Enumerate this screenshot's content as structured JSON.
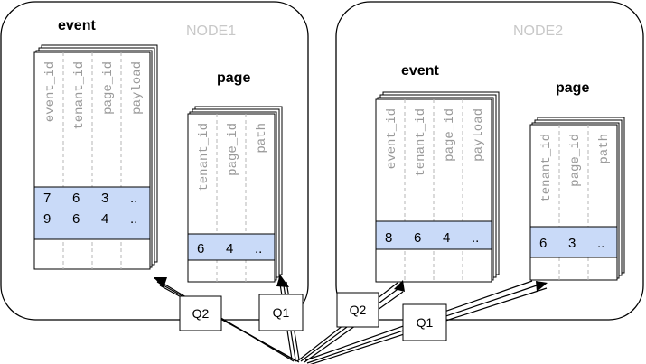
{
  "nodes": [
    {
      "label": "NODE1",
      "tables": [
        {
          "title": "event",
          "columns": [
            "event_id",
            "tenant_id",
            "page_id",
            "payload"
          ],
          "rows": [
            [
              "7",
              "6",
              "3",
              ".."
            ],
            [
              "9",
              "6",
              "4",
              ".."
            ]
          ]
        },
        {
          "title": "page",
          "columns": [
            "tenant_id",
            "page_id",
            "path"
          ],
          "rows": [
            [
              "6",
              "4",
              ".."
            ]
          ]
        }
      ]
    },
    {
      "label": "NODE2",
      "tables": [
        {
          "title": "event",
          "columns": [
            "event_id",
            "tenant_id",
            "page_id",
            "payload"
          ],
          "rows": [
            [
              "8",
              "6",
              "4",
              ".."
            ]
          ]
        },
        {
          "title": "page",
          "columns": [
            "tenant_id",
            "page_id",
            "path"
          ],
          "rows": [
            [
              "6",
              "3",
              ".."
            ]
          ]
        }
      ]
    }
  ],
  "queries": [
    {
      "label": "Q2"
    },
    {
      "label": "Q1"
    },
    {
      "label": "Q2"
    },
    {
      "label": "Q1"
    }
  ]
}
